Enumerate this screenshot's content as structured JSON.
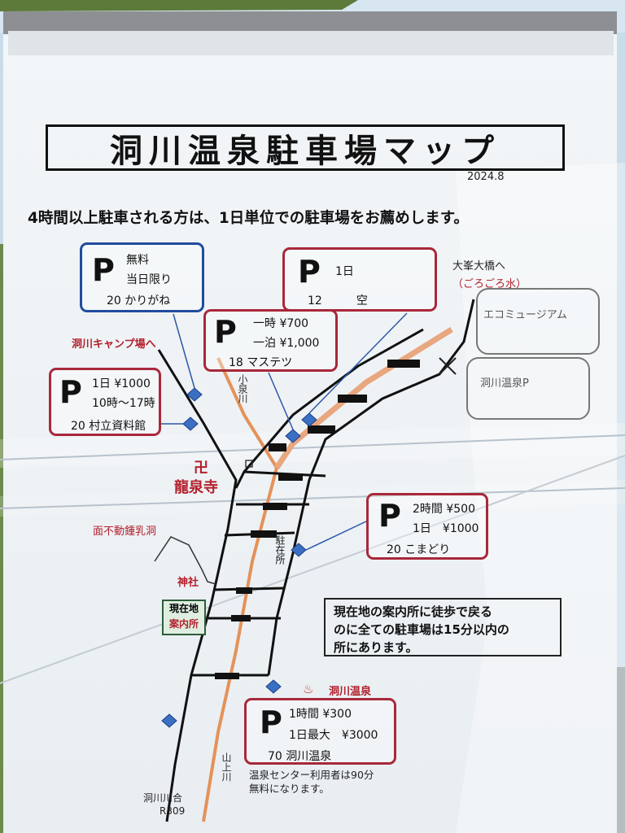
{
  "sign": {
    "title": "洞川温泉駐車場マップ",
    "date": "2024.8",
    "notice": "4時間以上駐車される方は、1日単位での駐車場をお薦めします。"
  },
  "parking_lots": [
    {
      "p": "P",
      "lines": [
        "無料",
        "当日限り",
        "20 かりがね"
      ],
      "border": "blue"
    },
    {
      "p": "P",
      "lines": [
        "1日",
        "12　　　空"
      ],
      "border": "red"
    },
    {
      "p": "P",
      "lines": [
        "一時 ¥700",
        "一泊 ¥1,000",
        "18 マステツ"
      ],
      "border": "red"
    },
    {
      "p": "P",
      "lines": [
        "1日 ¥1000",
        "10時～17時",
        "20 村立資料館"
      ],
      "border": "red"
    },
    {
      "p": "P",
      "lines": [
        "2時間 ¥500",
        "1日　¥1000",
        "20 こまどり"
      ],
      "border": "red"
    },
    {
      "p": "P",
      "lines": [
        "1時間 ¥300",
        "1日最大　¥3000",
        "70 洞川温泉"
      ],
      "border": "red"
    }
  ],
  "map_labels": {
    "bridge": "大峯大橋へ",
    "gorogoro": "（ごろごろ水）",
    "camp": "洞川キャンプ場へ",
    "koizumi_river": "小泉川",
    "temple_mark": "卍",
    "temple": "龍泉寺",
    "cave": "面不動鍾乳洞",
    "shrine": "神社",
    "police": "駐在所",
    "onsen_mark": "♨",
    "onsen": "洞川温泉",
    "yamagami_river": "山上川",
    "gou": "洞川川合",
    "route": "R309",
    "here_1": "現在地",
    "here_2": "案内所",
    "sign_eco": "エコミュージアム",
    "sign_dorogawa": "洞川温泉P"
  },
  "info": {
    "line1": "現在地の案内所に徒歩で戻る",
    "line2": "のに全ての駐車場は15分以内の",
    "line3": "所にあります。"
  },
  "onsen_note": {
    "line1": "温泉センター利用者は90分",
    "line2": "無料になります。"
  }
}
